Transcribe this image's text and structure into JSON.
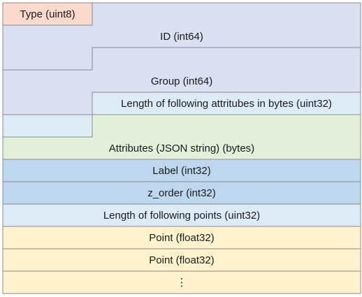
{
  "colors": {
    "type_field": "#fbdacd",
    "header_block": "#dae0f1",
    "length_field": "#ddebf7",
    "attributes_block": "#e2efda",
    "int_field": "#bdd7ee",
    "float_field": "#fff2cc",
    "border": "#8c8c8c"
  },
  "fields": {
    "type": "Type (uint8)",
    "id": "ID (int64)",
    "group": "Group (int64)",
    "attr_length": "Length of following attritubes in bytes (uint32)",
    "attributes": "Attributes (JSON string) (bytes)",
    "label": "Label (int32)",
    "z_order": "z_order (int32)",
    "points_length": "Length of following points (uint32)",
    "point_1": "Point (float32)",
    "point_2": "Point (float32)",
    "ellipsis": "⋮"
  }
}
